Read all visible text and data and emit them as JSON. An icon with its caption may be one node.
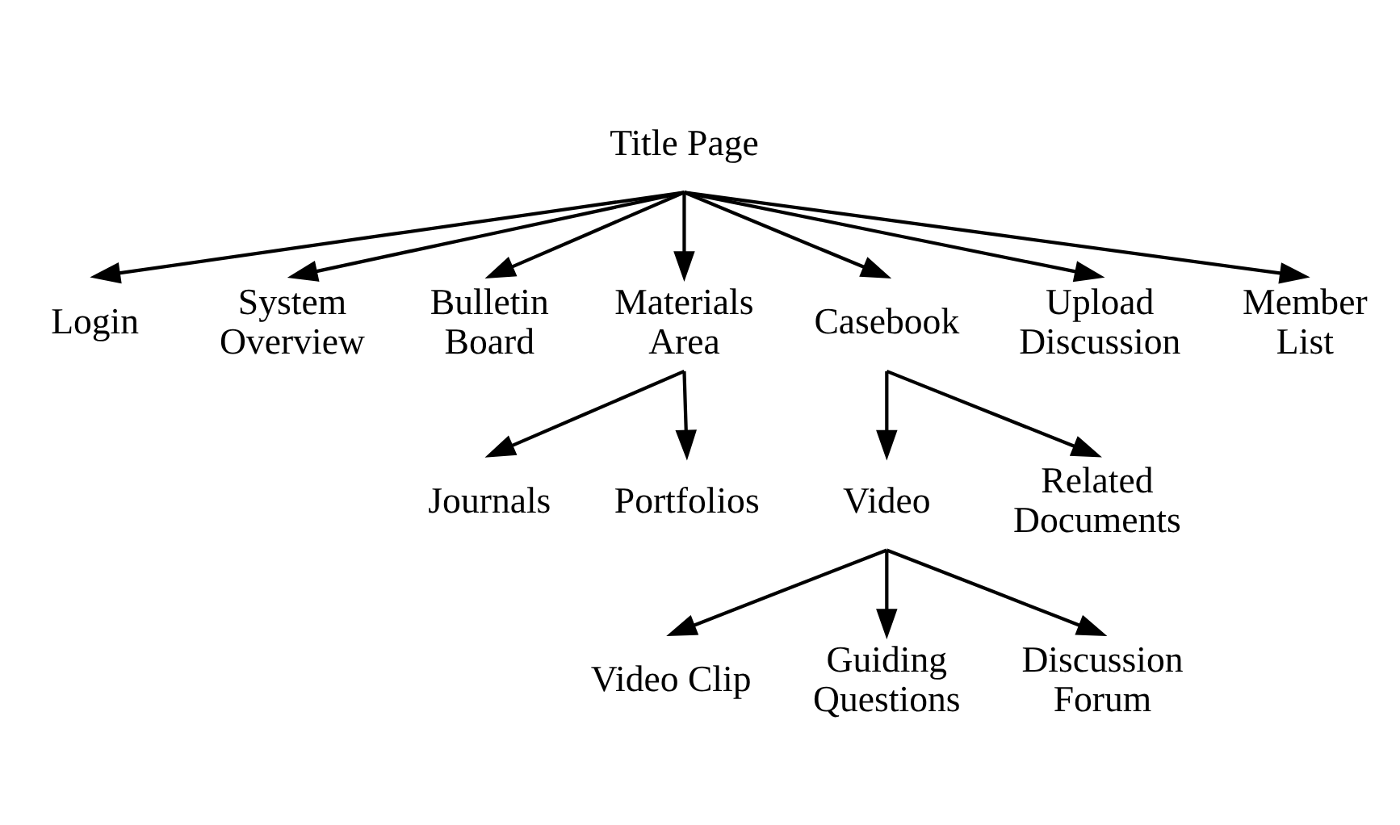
{
  "diagram": {
    "nodes": [
      {
        "text": [
          "Title Page"
        ]
      },
      {
        "text": [
          "Login"
        ]
      },
      {
        "text": [
          "System Overview"
        ]
      },
      {
        "text": [
          "Bulletin Board"
        ]
      },
      {
        "text": [
          "Materials Area"
        ]
      },
      {
        "text": [
          "Casebook"
        ]
      },
      {
        "text": [
          "Upload Discussion"
        ]
      },
      {
        "text": [
          "Member List"
        ]
      },
      {
        "text": [
          "Journals"
        ]
      },
      {
        "text": [
          "Portfolios"
        ]
      },
      {
        "text": [
          "Video"
        ]
      },
      {
        "text": [
          "Related Documents"
        ]
      },
      {
        "text": [
          "Video Clip"
        ]
      },
      {
        "text": [
          "Guiding Questions"
        ]
      },
      {
        "text": [
          "Discussion Forum"
        ]
      }
    ],
    "edges": [
      {
        "from": 0,
        "to": 1,
        "arrow": "to"
      },
      {
        "from": 0,
        "to": 2,
        "arrow": "to"
      },
      {
        "from": 0,
        "to": 3,
        "arrow": "to"
      },
      {
        "from": 0,
        "to": 4,
        "arrow": "to"
      },
      {
        "from": 0,
        "to": 5,
        "arrow": "to"
      },
      {
        "from": 0,
        "to": 6,
        "arrow": "to"
      },
      {
        "from": 0,
        "to": 7,
        "arrow": "to"
      },
      {
        "from": 4,
        "to": 8,
        "arrow": "to"
      },
      {
        "from": 4,
        "to": 9,
        "arrow": "to"
      },
      {
        "from": 5,
        "to": 10,
        "arrow": "to"
      },
      {
        "from": 5,
        "to": 11,
        "arrow": "to"
      },
      {
        "from": 10,
        "to": 12,
        "arrow": "to"
      },
      {
        "from": 10,
        "to": 13,
        "arrow": "to"
      },
      {
        "from": 10,
        "to": 14,
        "arrow": "to"
      }
    ]
  }
}
